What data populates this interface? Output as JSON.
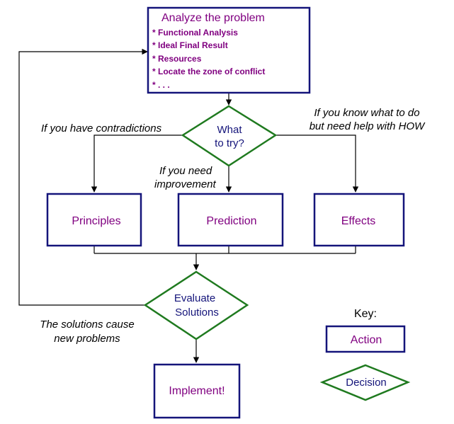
{
  "colors": {
    "action_border": "#14147a",
    "decision_border": "#1f7a1f",
    "action_text": "#800080",
    "decision_text": "#14147a",
    "line": "#000000"
  },
  "analyze": {
    "title": "Analyze the problem",
    "items": [
      "* Functional Analysis",
      "* Ideal Final Result",
      "* Resources",
      "* Locate the zone of conflict",
      "* . . ."
    ]
  },
  "what_to_try": {
    "line1": "What",
    "line2": "to try?"
  },
  "notes": {
    "contradictions": "If you have contradictions",
    "know_line1": "If you know what to do",
    "know_line2": "but need help with HOW",
    "improve_line1": "If you need",
    "improve_line2": "improvement",
    "solutions_line1": "The solutions cause",
    "solutions_line2": "new problems"
  },
  "actions": {
    "principles": "Principles",
    "prediction": "Prediction",
    "effects": "Effects",
    "implement": "Implement!"
  },
  "evaluate": {
    "line1": "Evaluate",
    "line2": "Solutions"
  },
  "key": {
    "title": "Key:",
    "action": "Action",
    "decision": "Decision"
  }
}
